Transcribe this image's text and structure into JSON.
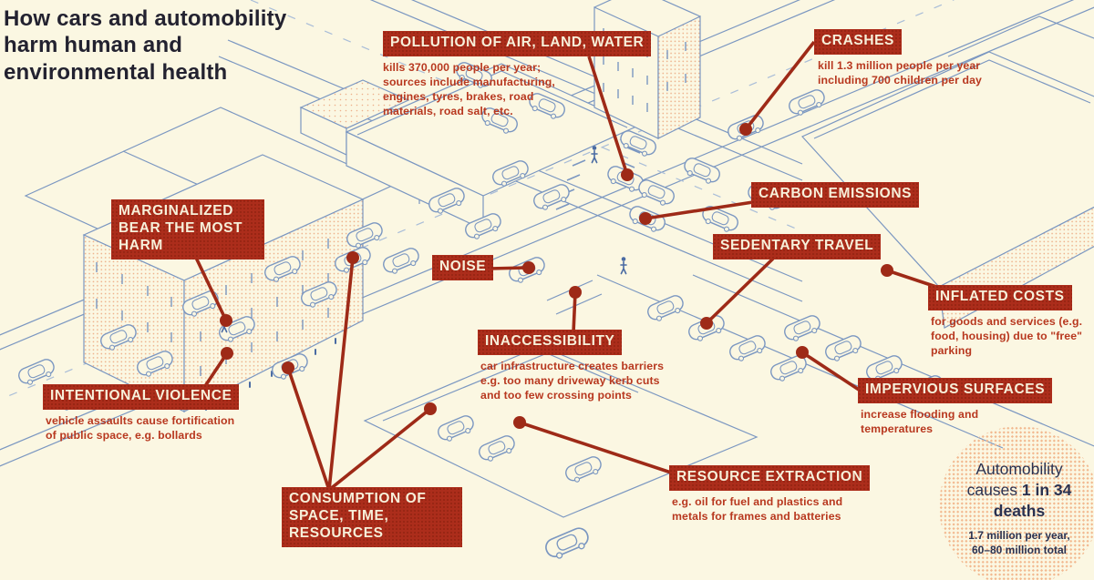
{
  "title": "How cars and automobility harm human and environmental health",
  "colors": {
    "background": "#fbf7e2",
    "label_background": "#ac2d1b",
    "label_text": "#f7f0da",
    "callout_line": "#9e2a17",
    "note_text": "#b8381f",
    "illustration_line": "#7b97c1",
    "stipple_peach": "#edb089",
    "title_text": "#232230",
    "stat_text": "#2a3150"
  },
  "callouts": [
    {
      "id": "pollution",
      "label": "POLLUTION OF AIR, LAND, WATER",
      "note": "kills 370,000 people per year; sources include manufacturing, engines, tyres, brakes, road materials, road salt, etc."
    },
    {
      "id": "crashes",
      "label": "CRASHES",
      "note": "kill 1.3 million people per year including 700 children per day"
    },
    {
      "id": "carbon-emissions",
      "label": "CARBON EMISSIONS",
      "note": ""
    },
    {
      "id": "sedentary-travel",
      "label": "SEDENTARY TRAVEL",
      "note": ""
    },
    {
      "id": "marginalized",
      "label": "MARGINALIZED BEAR THE MOST HARM",
      "note": ""
    },
    {
      "id": "noise",
      "label": "NOISE",
      "note": ""
    },
    {
      "id": "inflated-costs",
      "label": "INFLATED COSTS",
      "note": "for goods and services (e.g. food, housing) due to \"free\" parking"
    },
    {
      "id": "inaccessibility",
      "label": "INACCESSIBILITY",
      "note": "car infrastructure creates barriers e.g. too many driveway kerb cuts and too few crossing points"
    },
    {
      "id": "impervious-surfaces",
      "label": "IMPERVIOUS SURFACES",
      "note": "increase flooding and temperatures"
    },
    {
      "id": "intentional-violence",
      "label": "INTENTIONAL VIOLENCE",
      "note": "vehicle assaults cause fortification of public space, e.g. bollards"
    },
    {
      "id": "consumption",
      "label": "CONSUMPTION OF SPACE, TIME, RESOURCES",
      "note": ""
    },
    {
      "id": "resource-extraction",
      "label": "RESOURCE EXTRACTION",
      "note": "e.g. oil for fuel and plastics and metals for frames and batteries"
    }
  ],
  "stat": {
    "intro": "Automobility causes",
    "highlight": "1 in 34 deaths",
    "note": "1.7 million per year, 60–80 million total"
  }
}
